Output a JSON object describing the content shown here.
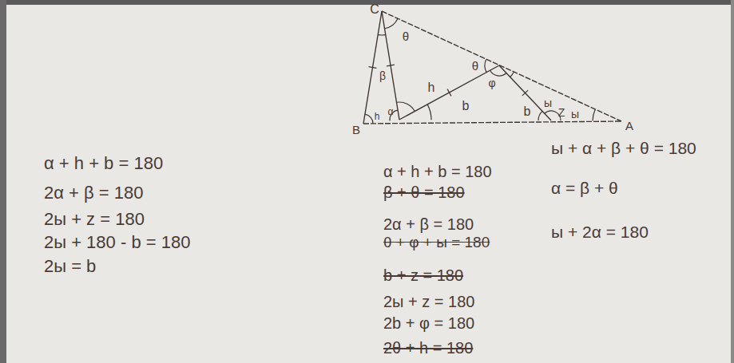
{
  "diagram": {
    "labels": [
      "C",
      "θ",
      "θ",
      "β",
      "φ",
      "h",
      "ы",
      "b",
      "b",
      "Z",
      "ы",
      "h",
      "α",
      "B",
      "A",
      "α + h + b = 180",
      "2α + β = 180",
      "2ы + z = 180",
      "2ы + 180 - b = 180",
      "2ы = b",
      "α + h + b = 180",
      "β + θ = 180",
      "2α + β = 180",
      "θ + φ + ы = 180",
      "b + z = 180",
      "2ы + z = 180",
      "2b + φ = 180",
      "2θ + h = 180",
      "ы + α + β + θ = 180",
      "α = β + θ",
      "ы + 2α = 180"
    ]
  }
}
